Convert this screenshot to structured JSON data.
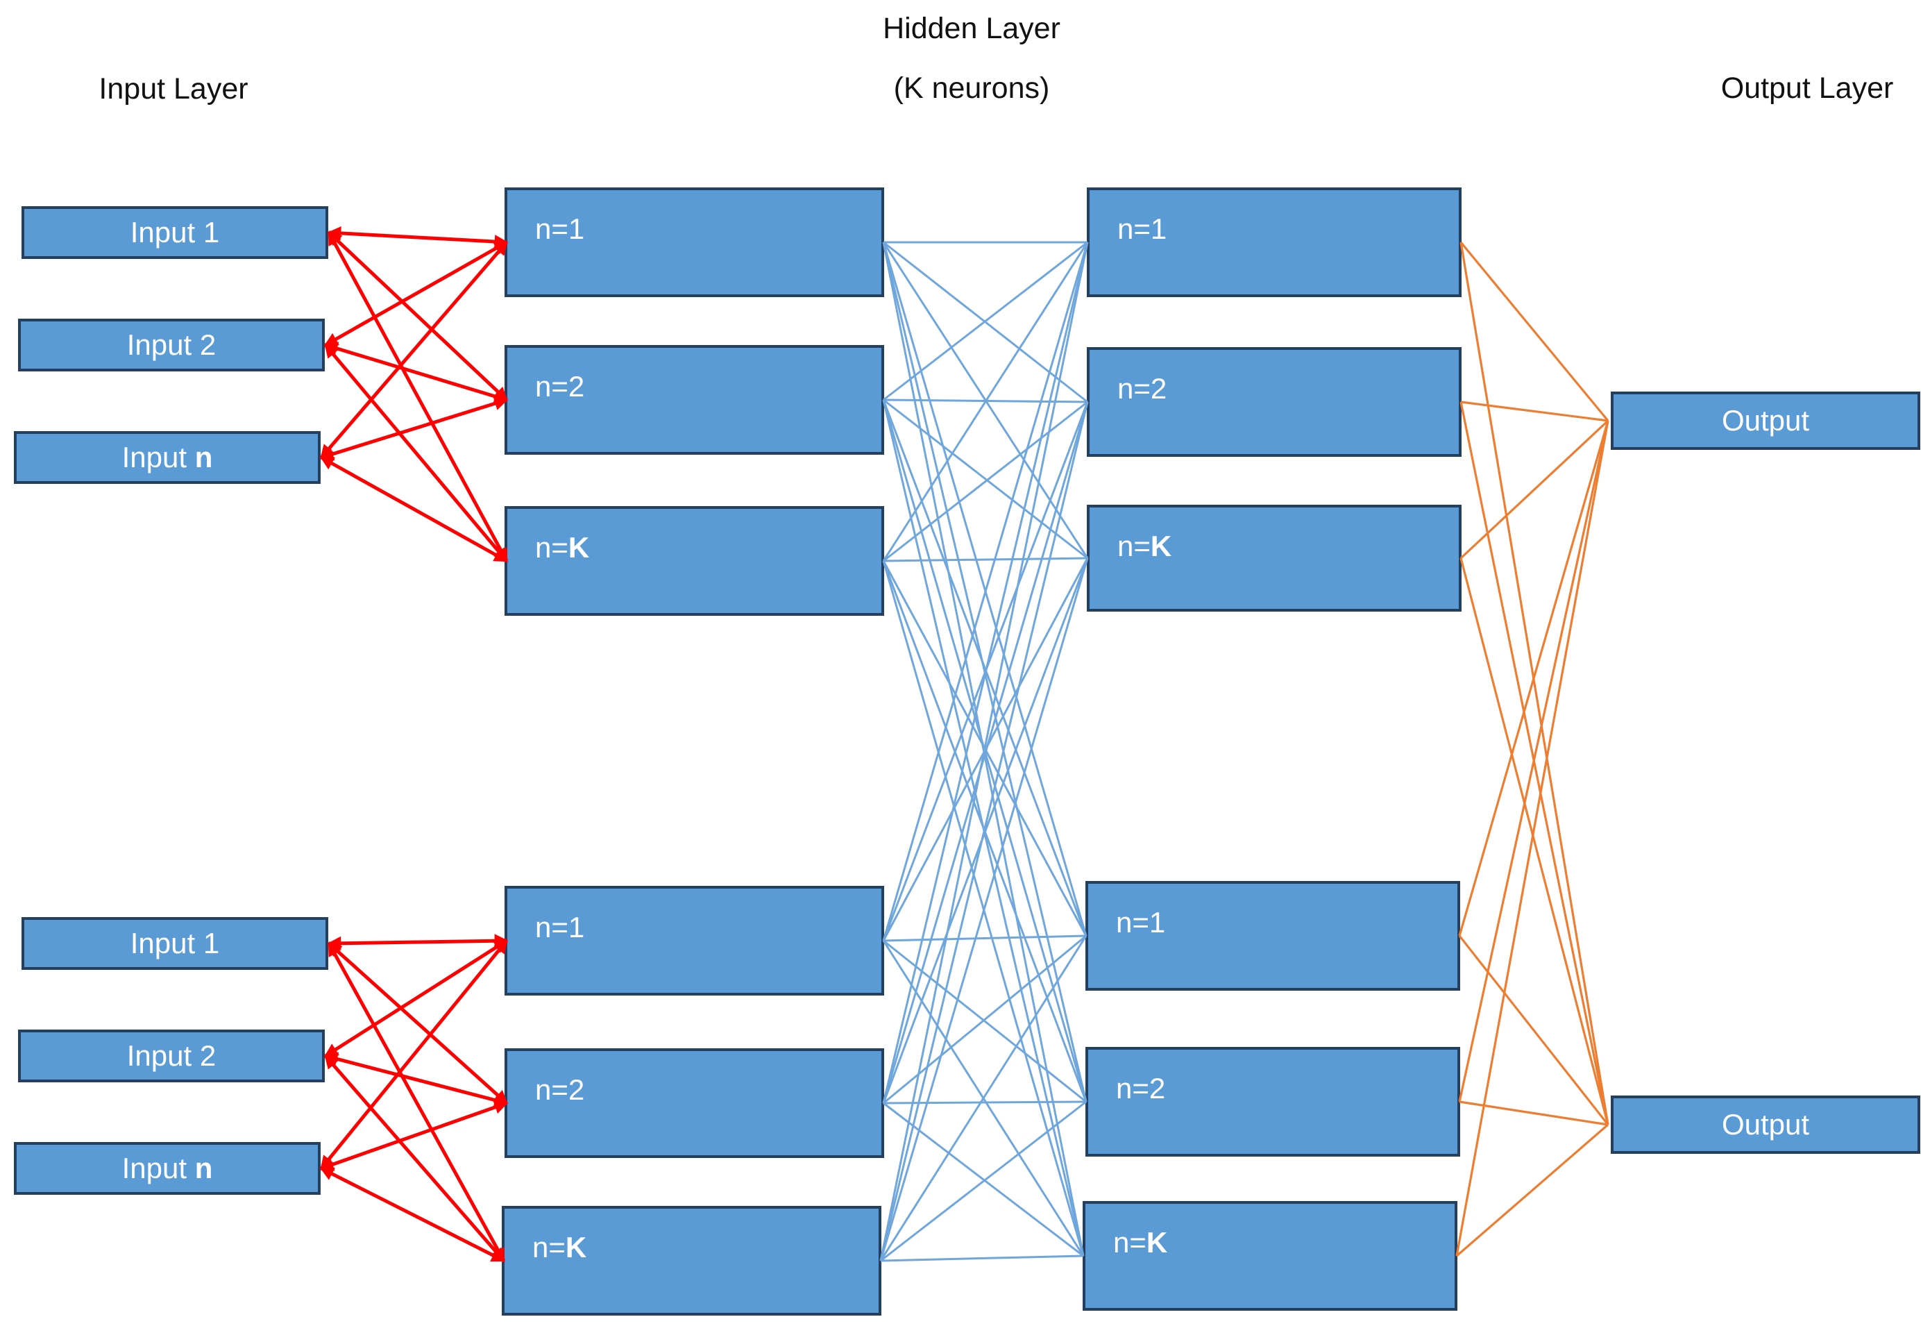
{
  "layers": {
    "input": {
      "title": "Input Layer",
      "groups": {
        "a": [
          {
            "label": "Input 1",
            "bold": ""
          },
          {
            "label": "Input 2",
            "bold": ""
          },
          {
            "label": "Input ",
            "bold": "n"
          }
        ],
        "b": [
          {
            "label": "Input 1",
            "bold": ""
          },
          {
            "label": "Input 2",
            "bold": ""
          },
          {
            "label": "Input ",
            "bold": "n"
          }
        ]
      }
    },
    "hidden": {
      "title_line1": "Hidden Layer",
      "title_line2": "(K neurons)",
      "col1": {
        "a": [
          {
            "label": "n=1",
            "bold": ""
          },
          {
            "label": "n=2",
            "bold": ""
          },
          {
            "label": "n=",
            "bold": "K"
          }
        ],
        "b": [
          {
            "label": "n=1",
            "bold": ""
          },
          {
            "label": "n=2",
            "bold": ""
          },
          {
            "label": "n=",
            "bold": "K"
          }
        ]
      },
      "col2": {
        "a": [
          {
            "label": "n=1",
            "bold": ""
          },
          {
            "label": "n=2",
            "bold": ""
          },
          {
            "label": "n=",
            "bold": "K"
          }
        ],
        "b": [
          {
            "label": "n=1",
            "bold": ""
          },
          {
            "label": "n=2",
            "bold": ""
          },
          {
            "label": "n=",
            "bold": "K"
          }
        ]
      }
    },
    "output": {
      "title": "Output Layer",
      "nodes": [
        {
          "label": "Output"
        },
        {
          "label": "Output"
        }
      ]
    }
  },
  "colors": {
    "node_fill": "#5B9BD5",
    "node_border": "#24405E",
    "node_label_text": "#FFFFFF",
    "title_text": "#111111",
    "input_to_hidden_wire": "#FF0000",
    "hidden_to_hidden_wire": "#6FA6DC",
    "hidden_to_output_wire": "#ED7D31"
  },
  "connections": {
    "input_to_hidden1": {
      "color": "#FF0000",
      "rule": "each input node connects to all 3 hidden column-1 nodes of its own group",
      "arrowheads": "both ends",
      "count": 18
    },
    "hidden1_to_hidden2": {
      "color": "#6FA6DC",
      "rule": "every hidden column-1 node connects to every hidden column-2 node across both groups",
      "arrowheads": "none",
      "count": 36
    },
    "hidden2_to_output": {
      "color": "#ED7D31",
      "rule": "every hidden column-2 node connects to both output nodes",
      "arrowheads": "none",
      "count": 12
    }
  }
}
